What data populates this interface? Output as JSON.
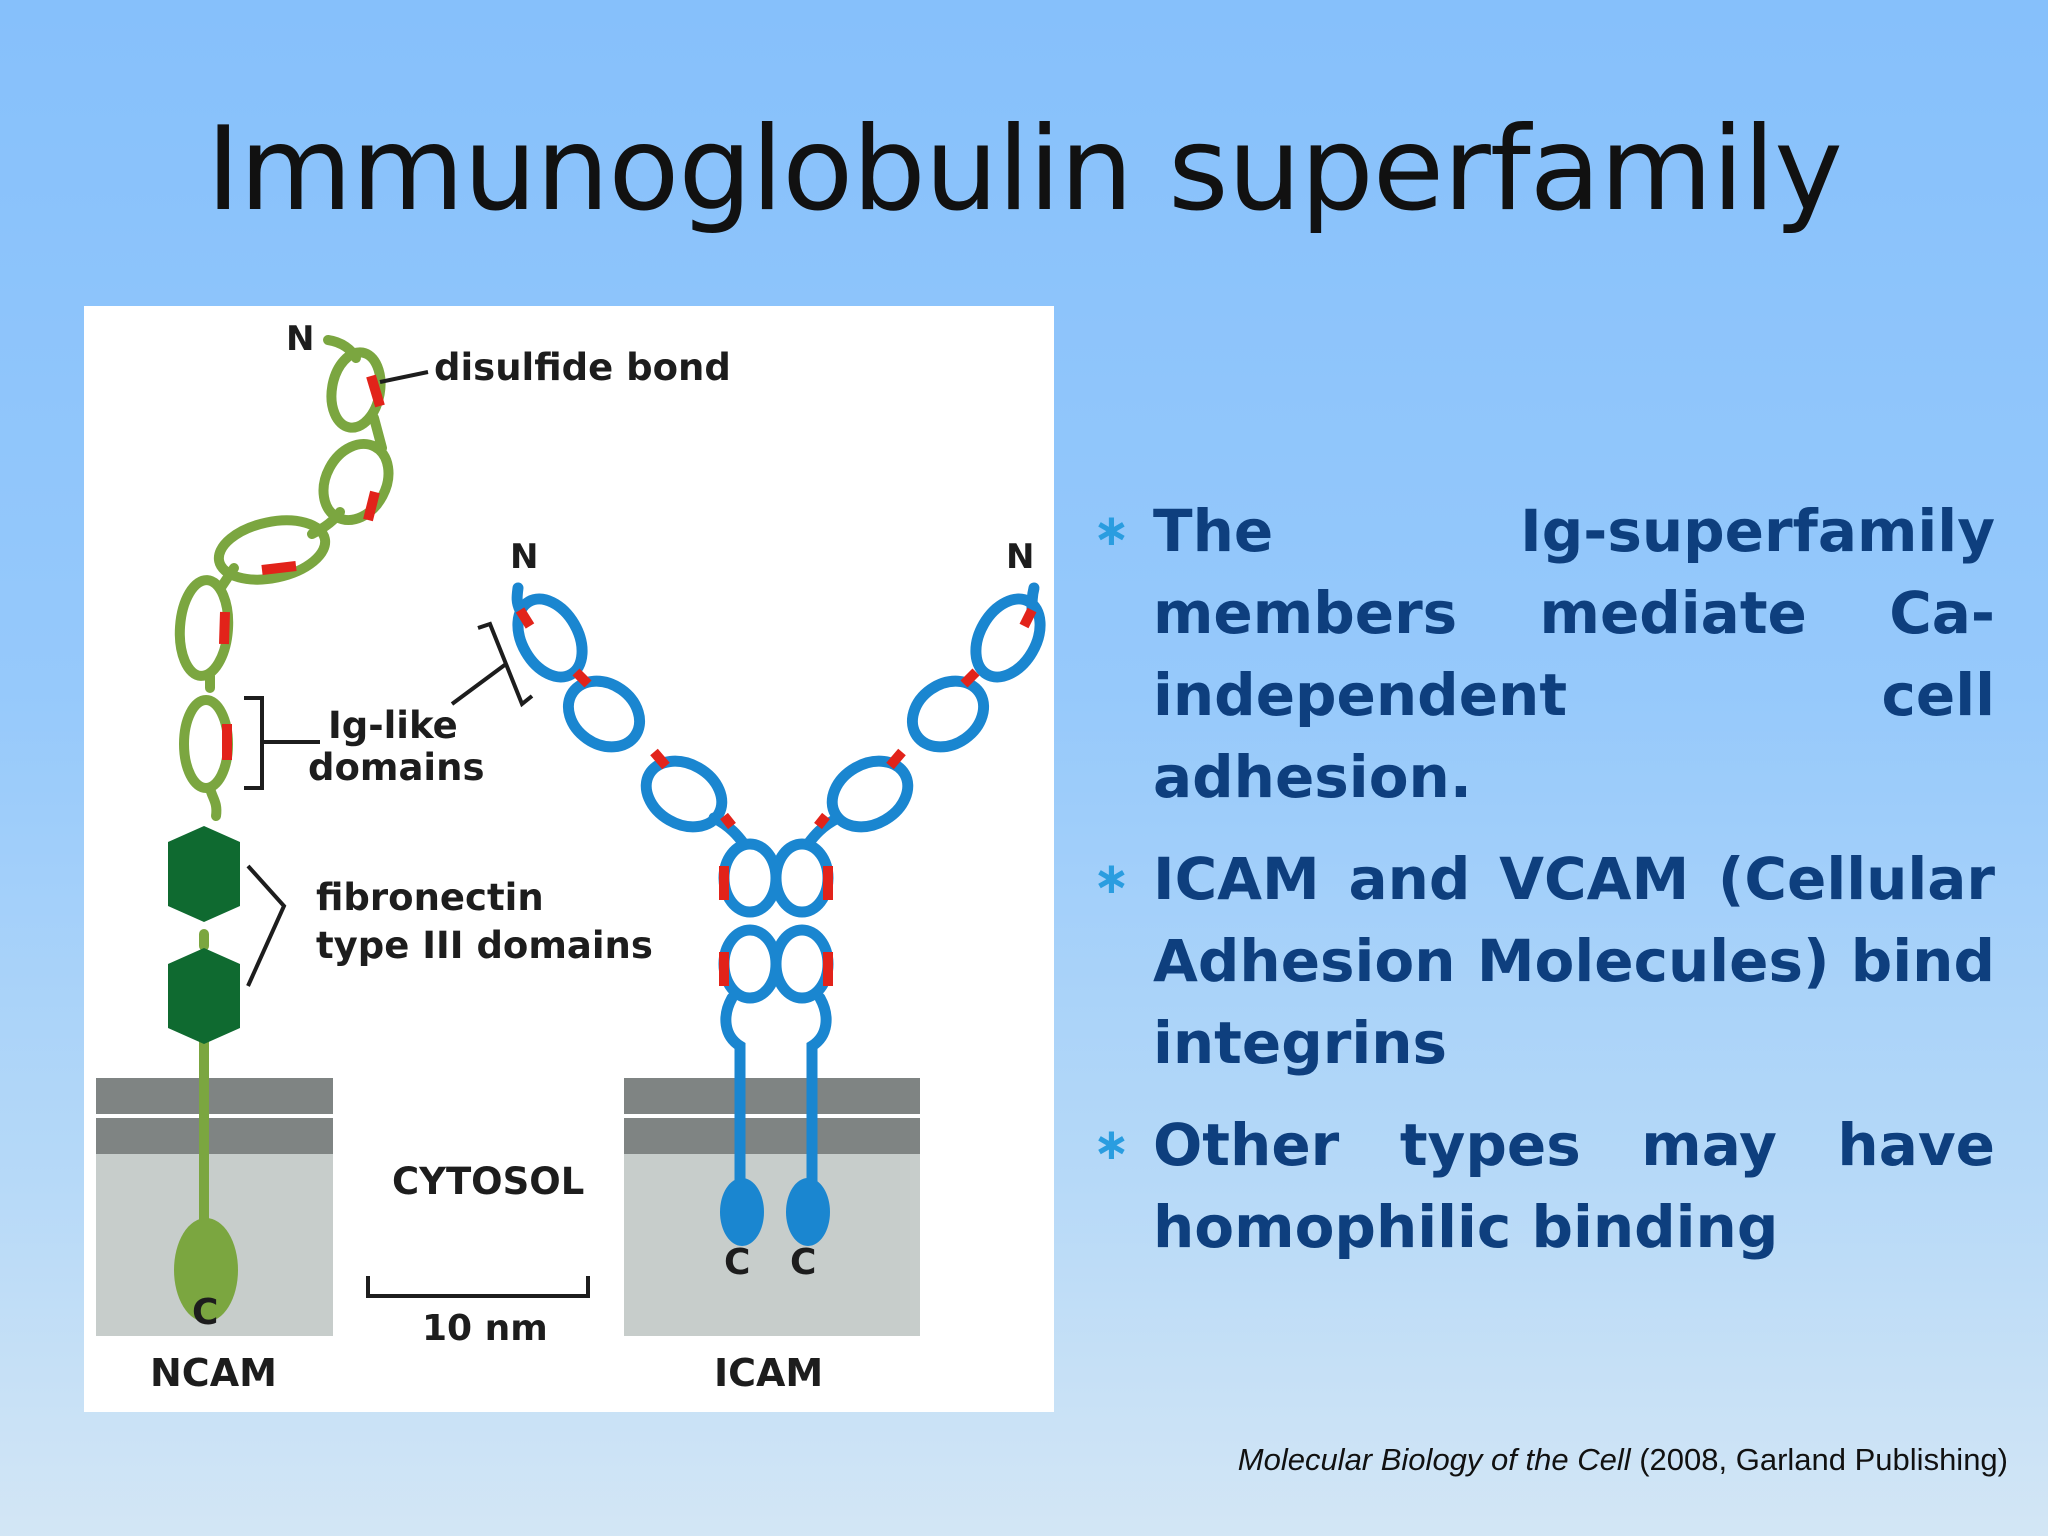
{
  "title": "Immunoglobulin superfamily",
  "figure": {
    "labels": {
      "disulfide_bond": "disulfide bond",
      "ig_like_line1": "Ig-like",
      "ig_like_line2": "domains",
      "fibronectin_line1": "fibronectin",
      "fibronectin_line2": "type III domains",
      "cytosol": "CYTOSOL",
      "scale": "10 nm",
      "ncam": "NCAM",
      "icam": "ICAM",
      "n_terminus": "N",
      "c_terminus": "C"
    },
    "colors": {
      "ncam": "#7ba640",
      "icam": "#1a86d0",
      "disulfide": "#e2231a",
      "fibronectin": "#0f6a30",
      "membrane": "#7f8483",
      "cytosol": "#c7cdcb"
    }
  },
  "bullets": [
    "The Ig-superfamily members mediate Ca-independent cell adhesion.",
    "ICAM and VCAM (Cellular Adhesion Molecules) bind integrins",
    "Other types may have homophilic binding"
  ],
  "bullet_marker": "∗",
  "citation": {
    "italic": "Molecular Biology of the Cell",
    "rest": " (2008, Garland Publishing)"
  }
}
